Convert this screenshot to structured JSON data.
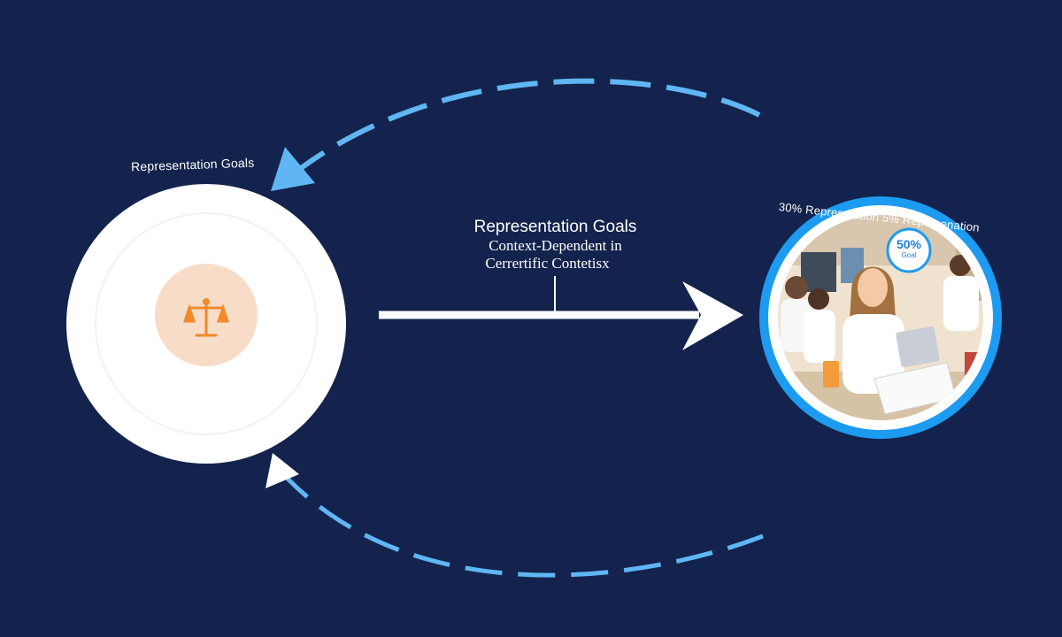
{
  "diagram": {
    "left_node": {
      "label": "Representation Goals",
      "icon": "scales-of-justice-icon",
      "icon_color": "#f08a2b",
      "icon_bg": "#f7dcc8"
    },
    "center": {
      "line1": "Representation Goals",
      "line2": "Context-Dependent in",
      "line3": "Cerrertific Contetisx"
    },
    "right_node": {
      "label": "30% Represntation 5% Represenation",
      "badge_value": "50%",
      "badge_caption": "Goal",
      "ring_color": "#1d9bf0"
    },
    "colors": {
      "background": "#13234d",
      "loop_arrow": "#5fb6f2",
      "main_arrow": "#ffffff"
    }
  }
}
